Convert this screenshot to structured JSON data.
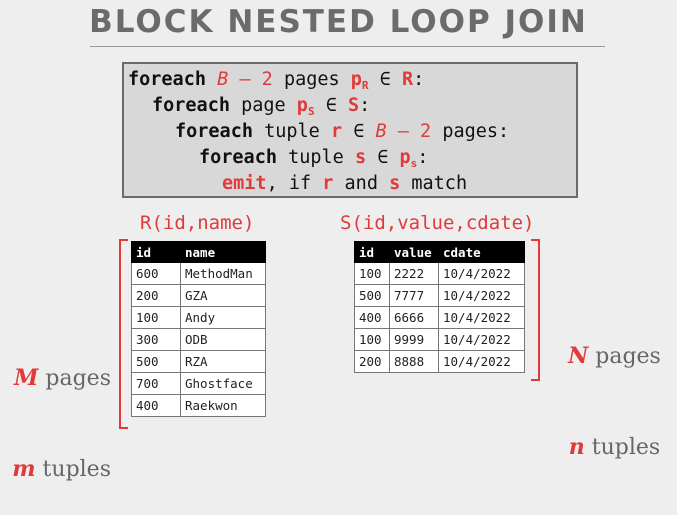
{
  "title": "BLOCK NESTED LOOP JOIN",
  "code": {
    "foreach": "foreach",
    "line1": {
      "pre": "B",
      "minus": " – 2",
      "mid": " pages ",
      "p": "p",
      "psub": "R",
      "in": " ∈ ",
      "rel": "R",
      "end": ":"
    },
    "line2": {
      "mid": " page ",
      "p": "p",
      "psub": "S",
      "in": " ∈ ",
      "rel": "S",
      "end": ":"
    },
    "line3": {
      "mid": " tuple ",
      "var": "r",
      "in": " ∈ ",
      "b": "B",
      "minus": " – 2",
      "end": " pages:"
    },
    "line4": {
      "mid": " tuple ",
      "var": "s",
      "in": " ∈ ",
      "p": "p",
      "psub": "s",
      "end": ":"
    },
    "line5": {
      "emit": "emit",
      "mid1": ", if ",
      "r": "r",
      "and": " and ",
      "s": "s",
      "end": " match"
    }
  },
  "R": {
    "name": "R(id,name)",
    "columns": [
      "id",
      "name"
    ],
    "rows": [
      [
        "600",
        "MethodMan"
      ],
      [
        "200",
        "GZA"
      ],
      [
        "100",
        "Andy"
      ],
      [
        "300",
        "ODB"
      ],
      [
        "500",
        "RZA"
      ],
      [
        "700",
        "Ghostface"
      ],
      [
        "400",
        "Raekwon"
      ]
    ]
  },
  "S": {
    "name": "S(id,value,cdate)",
    "columns": [
      "id",
      "value",
      "cdate"
    ],
    "rows": [
      [
        "100",
        "2222",
        "10/4/2022"
      ],
      [
        "500",
        "7777",
        "10/4/2022"
      ],
      [
        "400",
        "6666",
        "10/4/2022"
      ],
      [
        "100",
        "9999",
        "10/4/2022"
      ],
      [
        "200",
        "8888",
        "10/4/2022"
      ]
    ]
  },
  "left_label": {
    "m_pages_var": "M",
    "pages": " pages",
    "m_tuples_var": "m",
    "tuples": " tuples"
  },
  "right_label": {
    "n_pages_var": "N",
    "pages": " pages",
    "n_tuples_var": "n",
    "tuples": " tuples"
  },
  "colors": {
    "accent": "#e03a3a",
    "title": "#6b6b6b",
    "background": "#eeeeee",
    "code_box": "#d8d8d8"
  }
}
